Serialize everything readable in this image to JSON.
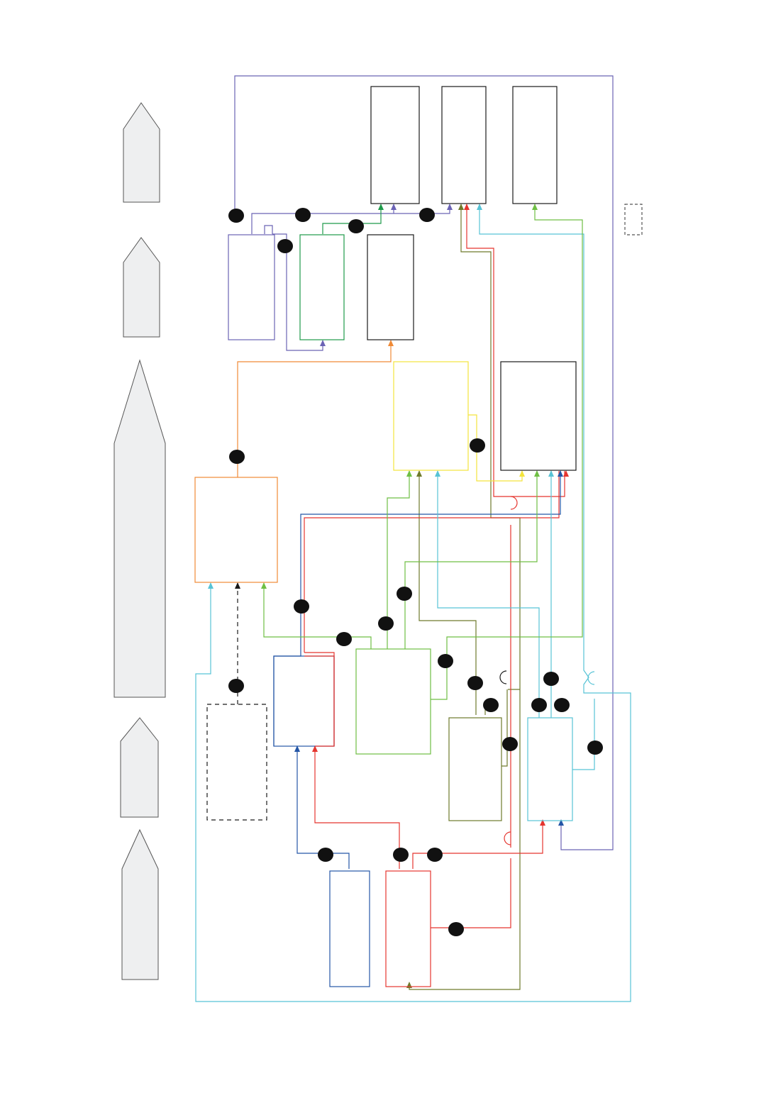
{
  "page": {
    "background": "#ffffff"
  },
  "colors": {
    "purple": "#6b63b5",
    "green": "#1f9a4a",
    "light_green": "#6fbf44",
    "olive": "#6f7a2c",
    "red": "#e5352f",
    "blue": "#2456a6",
    "cyan": "#57c3d6",
    "orange": "#f08a36",
    "yellow": "#f4e43c",
    "black": "#1a1a1a",
    "gray_fill": "#eeeff0",
    "gray_stroke": "#555555"
  },
  "legend_markers": {
    "node_count": 27,
    "empty_box_count": 17,
    "side_shape_count": 5
  }
}
